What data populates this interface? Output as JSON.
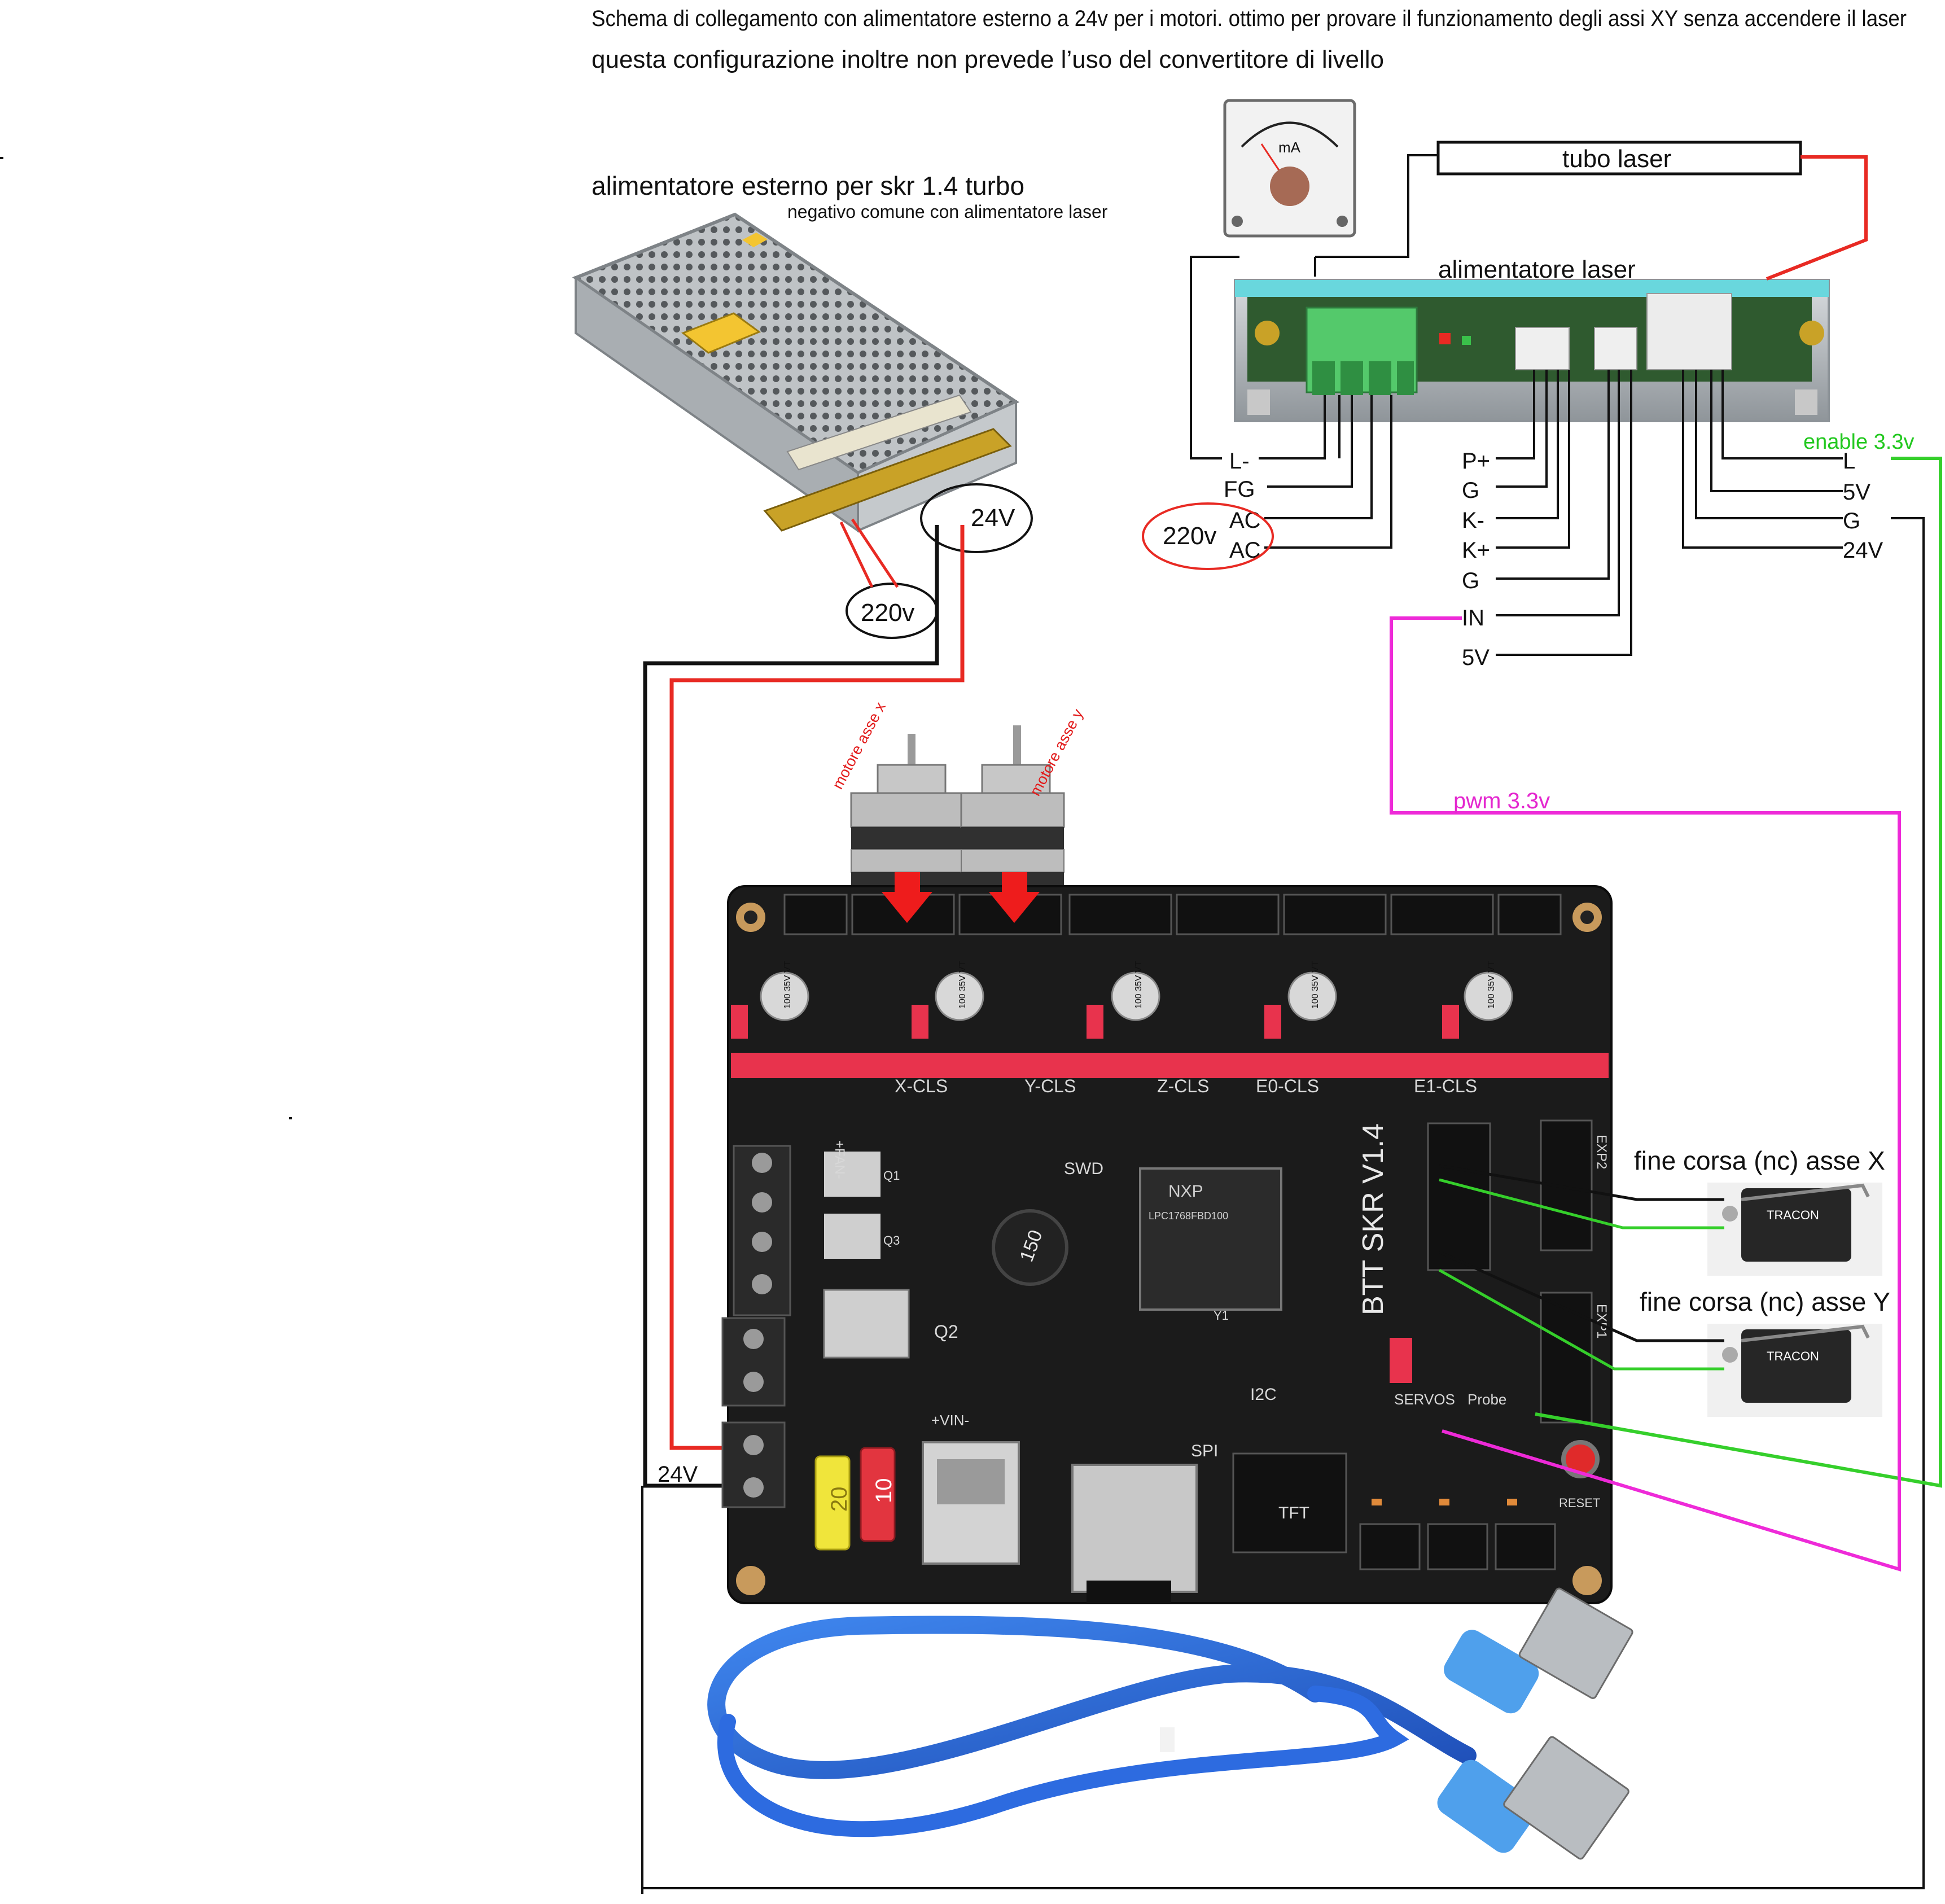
{
  "header": {
    "line1": "Schema di collegamento con alimentatore esterno a 24v per i motori. ottimo per provare il funzionamento degli assi XY senza accendere il laser",
    "line2": "questa configurazione inoltre non prevede l’uso del convertitore di livello"
  },
  "psu24": {
    "title": "alimentatore esterno per skr 1.4 turbo",
    "subtitle": "negativo comune con alimentatore laser",
    "output_label": "24V",
    "input_label": "220v"
  },
  "laser": {
    "tube_label": "tubo laser",
    "psu_label": "alimentatore laser",
    "meter_unit": "mA",
    "left_pins": [
      "L-",
      "FG",
      "AC",
      "AC"
    ],
    "mains_label": "220v",
    "mid_pins": [
      "P+",
      "G",
      "K-",
      "K+",
      "G",
      "IN",
      "5V"
    ],
    "right_pins": [
      "L",
      "5V",
      "G",
      "24V"
    ],
    "enable_label": "enable 3.3v",
    "pwm_label": "pwm 3.3v"
  },
  "motors": {
    "x_label": "motore asse x",
    "y_label": "motore asse y"
  },
  "board": {
    "name": "BTT SKR V1.4",
    "headers": [
      "X-CLS",
      "Y-CLS",
      "Z-CLS",
      "E0-CLS",
      "E1-CLS"
    ],
    "cap_text": "100 35V VT",
    "chip_text": "LPC1768FBD100",
    "chip_brand": "NXP",
    "inductor": "150",
    "silk": [
      "SWD",
      "+VIN-",
      "SPI",
      "I2C",
      "TFT",
      "SERVOS",
      "Probe",
      "RESET",
      "Q1",
      "Q2",
      "Q3",
      "+FAN-",
      "EXP2",
      "EXP1",
      "Y1"
    ],
    "fuse_left": "20",
    "fuse_right": "10",
    "power_label": "24V"
  },
  "endstops": {
    "x_label": "fine corsa (nc) asse X",
    "y_label": "fine corsa (nc) asse Y",
    "brand": "TRACON"
  },
  "colors": {
    "red_wire": "#e82a23",
    "green_wire": "#35cf2b",
    "magenta_wire": "#ee2ad8",
    "black_wire": "#111111",
    "enable_text": "#22c81f",
    "pwm_text": "#e427cf",
    "motor_text": "#e21b1b",
    "board": "#1b1b1b",
    "header_red": "#e8334d",
    "usb_blue": "#2f6fe0"
  }
}
